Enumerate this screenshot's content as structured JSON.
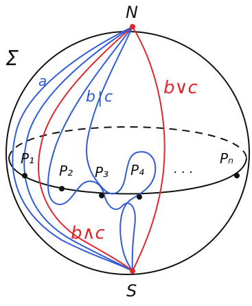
{
  "colors": {
    "ink": "#111111",
    "blue": "#2f5bd6",
    "red": "#e0262b",
    "background": "#ffffff"
  },
  "labels": {
    "sphere": "Σ",
    "north": "N",
    "south": "S",
    "curve_a": "a",
    "curve_b": "b",
    "curve_c": "c",
    "join": "b∨c",
    "meet": "b∧c",
    "p1": "P₁",
    "p2": "P₂",
    "p3": "P₃",
    "p4": "P₄",
    "dots": "· · ·",
    "pn": "Pₙ"
  }
}
